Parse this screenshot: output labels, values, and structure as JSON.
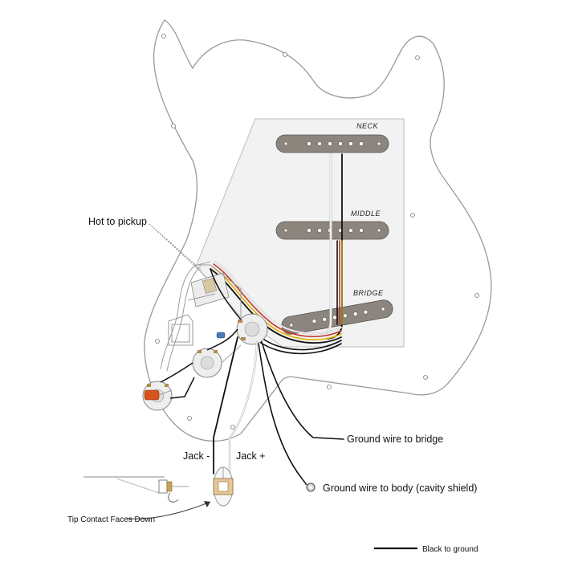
{
  "pickups": {
    "neck": "NECK",
    "middle": "MIDDLE",
    "bridge": "BRIDGE"
  },
  "annotations": {
    "hot_to_pickup": "Hot to pickup",
    "ground_wire_bridge": "Ground wire to bridge",
    "ground_wire_body": "Ground wire to body (cavity shield)",
    "jack_minus": "Jack -",
    "jack_plus": "Jack +",
    "tip_contact": "Tip Contact Faces Down"
  },
  "legend": {
    "black_to_ground": "Black to ground"
  },
  "wire_colors": {
    "black": "#111111",
    "white": "#f4f4f4",
    "red": "#c0392b",
    "yellow": "#e0b000",
    "cap": "#d9531e"
  }
}
